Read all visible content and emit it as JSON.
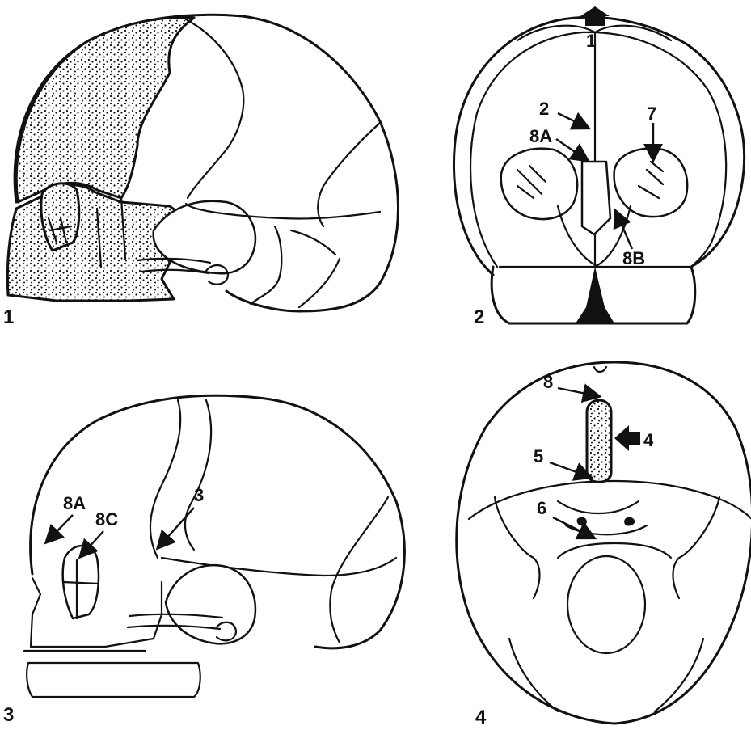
{
  "panels": [
    {
      "number": "1"
    },
    {
      "number": "2",
      "labels": {
        "a": "1",
        "b": "2",
        "c": "8A",
        "d": "7",
        "e": "8B"
      }
    },
    {
      "number": "3",
      "labels": {
        "a": "8A",
        "b": "8C",
        "c": "3"
      }
    },
    {
      "number": "4",
      "labels": {
        "a": "8",
        "b": "4",
        "c": "5",
        "d": "6"
      }
    }
  ],
  "colors": {
    "ink": "#111111",
    "paper": "#ffffff"
  }
}
